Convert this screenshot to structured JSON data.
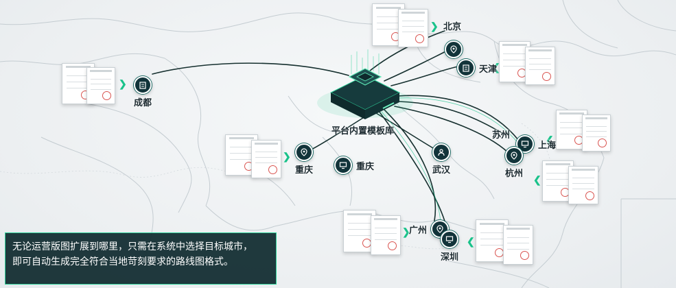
{
  "platform_label": "平台内置模板库",
  "caption": {
    "line1": "无论运营版图扩展到哪里，只需在系统中选择目标城市，",
    "line2": "即可自动生成完全符合当地苛刻要求的路线图格式。"
  },
  "cities": {
    "beijing": "北京",
    "tianjin": "天津",
    "chengdu": "成都",
    "chongqing_a": "重庆",
    "chongqing_b": "重庆",
    "wuhan": "武汉",
    "suzhou": "苏州",
    "shanghai": "上海",
    "hangzhou": "杭州",
    "guangzhou": "广州",
    "shenzhen": "深圳"
  },
  "icons": {
    "beijing": "map-pin-icon",
    "tianjin": "building-icon",
    "chengdu": "building-icon",
    "chongqing_a": "map-pin-icon",
    "chongqing_b": "monitor-icon",
    "wuhan": "person-icon",
    "shanghai": "monitor-icon",
    "hangzhou": "map-pin-icon",
    "guangzhou": "map-pin-icon",
    "shenzhen": "monitor-icon"
  },
  "colors": {
    "accent": "#19c28a",
    "panel": "#12343a",
    "caption_bg": "#122d31",
    "stamp": "#d9534f"
  }
}
